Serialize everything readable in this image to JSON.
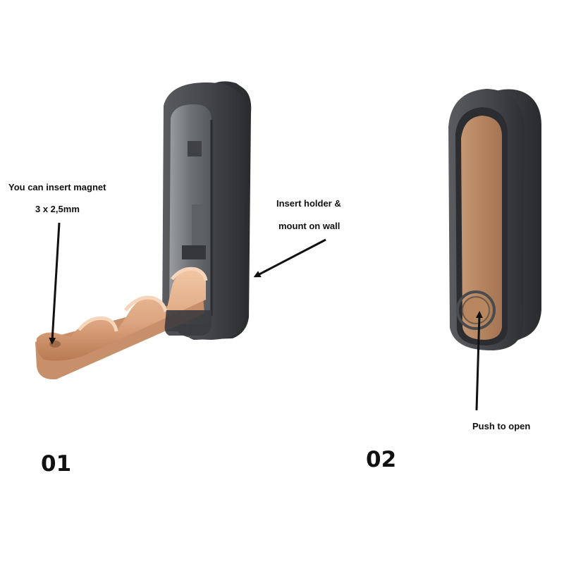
{
  "annotations": {
    "magnet_line1": "You can insert magnet",
    "magnet_line2": "3 x 2,5mm",
    "holder_line1": "Insert holder &",
    "holder_line2": "mount on wall",
    "push": "Push to open"
  },
  "steps": {
    "step1": "01",
    "step2": "02"
  },
  "colors": {
    "housing_dark": "#3b3c3e",
    "housing_mid": "#54565a",
    "housing_light": "#7b7e83",
    "copper": "#d9a07a",
    "copper_light": "#f1c3a0",
    "copper_dark": "#b5784f",
    "arrow": "#111111"
  }
}
